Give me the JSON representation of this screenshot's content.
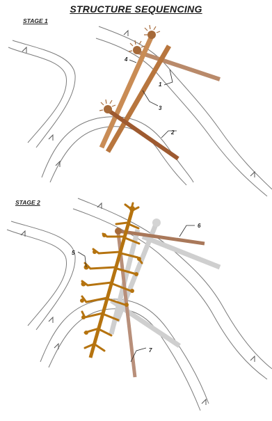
{
  "title": "STRUCTURE SEQUENCING",
  "stages": [
    {
      "label": "STAGE 1",
      "callouts": [
        "1",
        "2",
        "3",
        "4"
      ]
    },
    {
      "label": "STAGE 2",
      "callouts": [
        "5",
        "6",
        "7"
      ]
    }
  ],
  "colors": {
    "channel": "#6e6e6e",
    "log_light": "#b98a6a",
    "log_mid": "#a5673f",
    "log_dark": "#8a4a22",
    "tree": "#b5730f",
    "ghost": "#c7c7c7"
  }
}
